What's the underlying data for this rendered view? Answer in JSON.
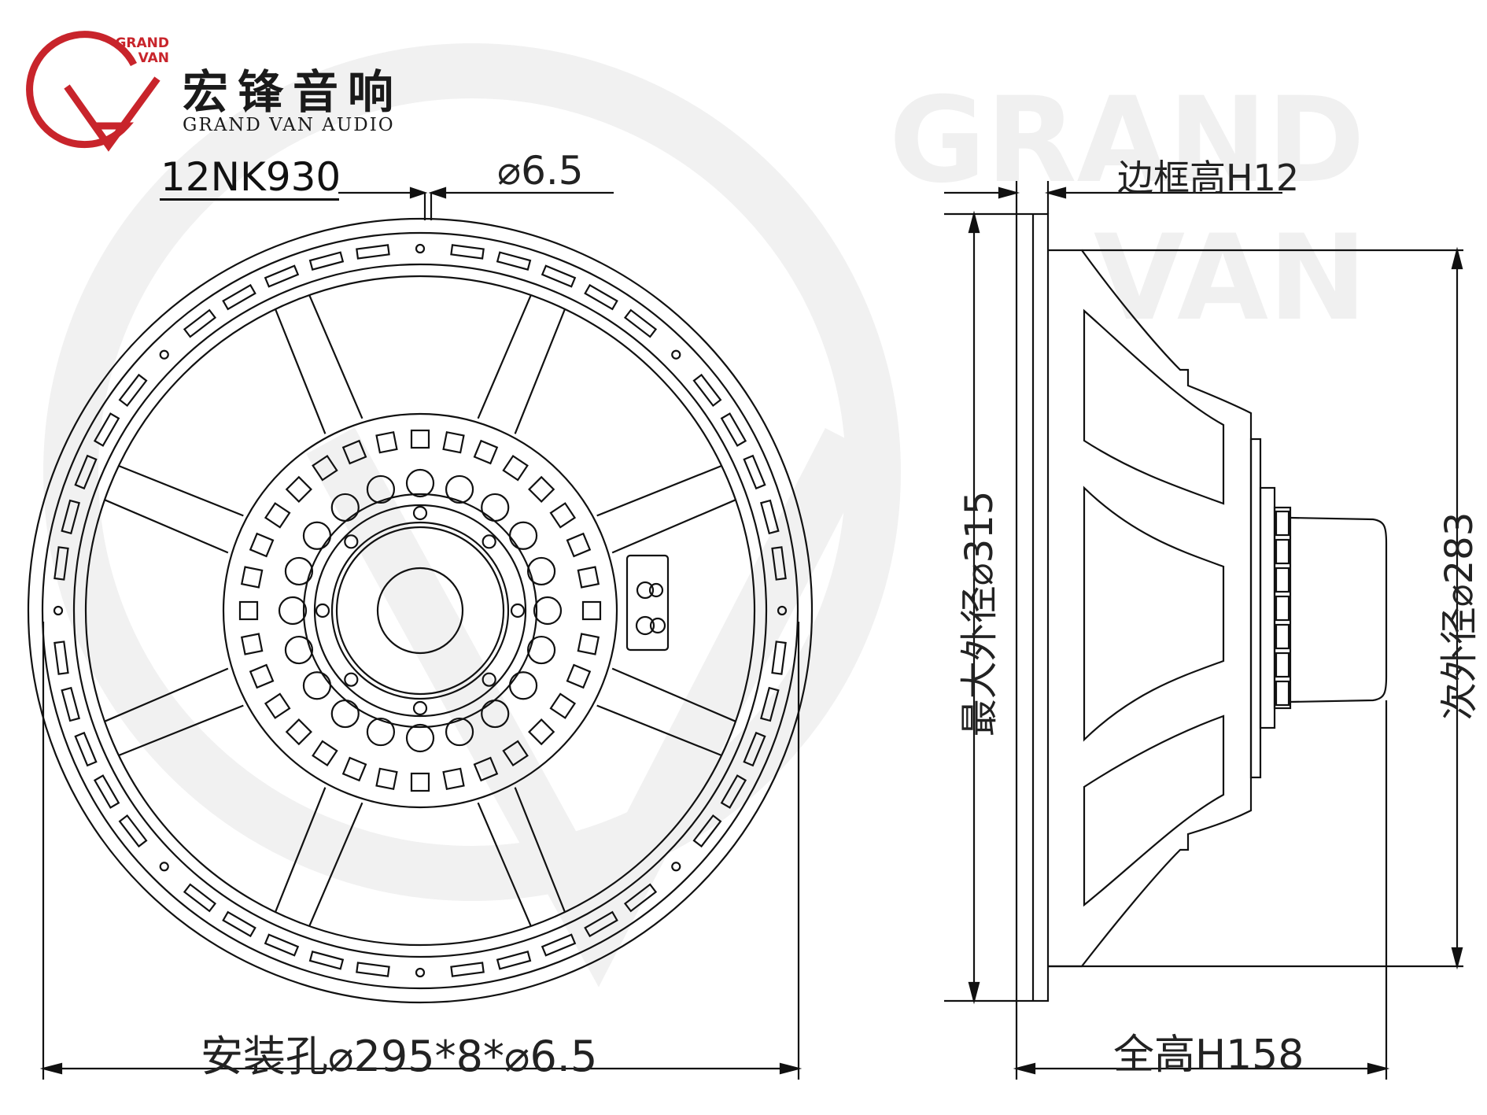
{
  "logo": {
    "cn_name": "宏锋音响",
    "en_name": "GRAND VAN AUDIO",
    "badge_line1": "GRAND",
    "badge_line2": "VAN",
    "color": "#c8242b"
  },
  "watermark": {
    "line1": "GRAND",
    "line2": "VAN"
  },
  "model": "12NK930",
  "dimensions": {
    "hole_diameter": "⌀6.5",
    "frame_height": "边框高H12",
    "mounting": "安装孔⌀295*8*⌀6.5",
    "total_height": "全高H158",
    "max_outer_diameter": "最大外径⌀315",
    "secondary_outer_diameter": "次外径⌀283"
  }
}
